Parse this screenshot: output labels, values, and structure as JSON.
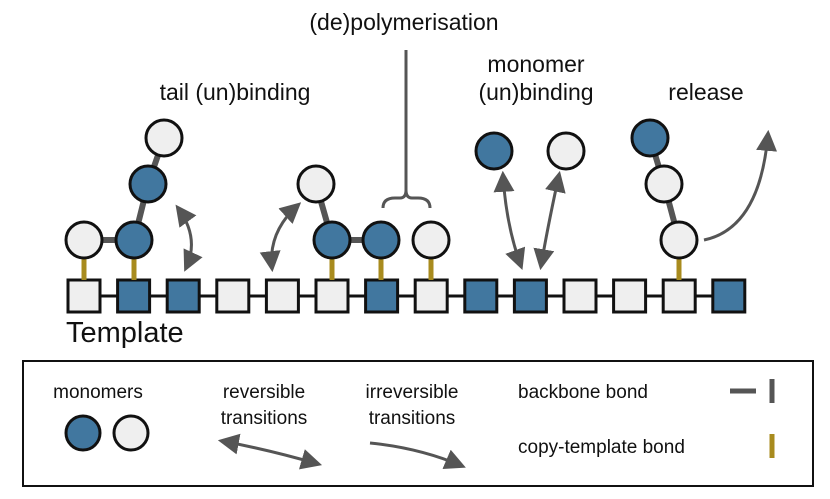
{
  "labels": {
    "depolymerisation": "(de)polymerisation",
    "tail_binding": "tail (un)binding",
    "monomer_binding_line1": "monomer",
    "monomer_binding_line2": "(un)binding",
    "release": "release",
    "template": "Template"
  },
  "legend": {
    "monomers": "monomers",
    "reversible_line1": "reversible",
    "reversible_line2": "transitions",
    "irreversible_line1": "irreversible",
    "irreversible_line2": "transitions",
    "backbone_bond": "backbone bond",
    "copy_template_bond": "copy-template bond"
  },
  "colors": {
    "blue": "#41779f",
    "white": "#efefef",
    "outline": "#111111",
    "backbone": "#555555",
    "copy_bond": "#a88b1e",
    "arrow": "#555555"
  },
  "template_strand": [
    "white",
    "blue",
    "blue",
    "white",
    "white",
    "white",
    "blue",
    "white",
    "blue",
    "blue",
    "white",
    "white",
    "white",
    "blue"
  ]
}
